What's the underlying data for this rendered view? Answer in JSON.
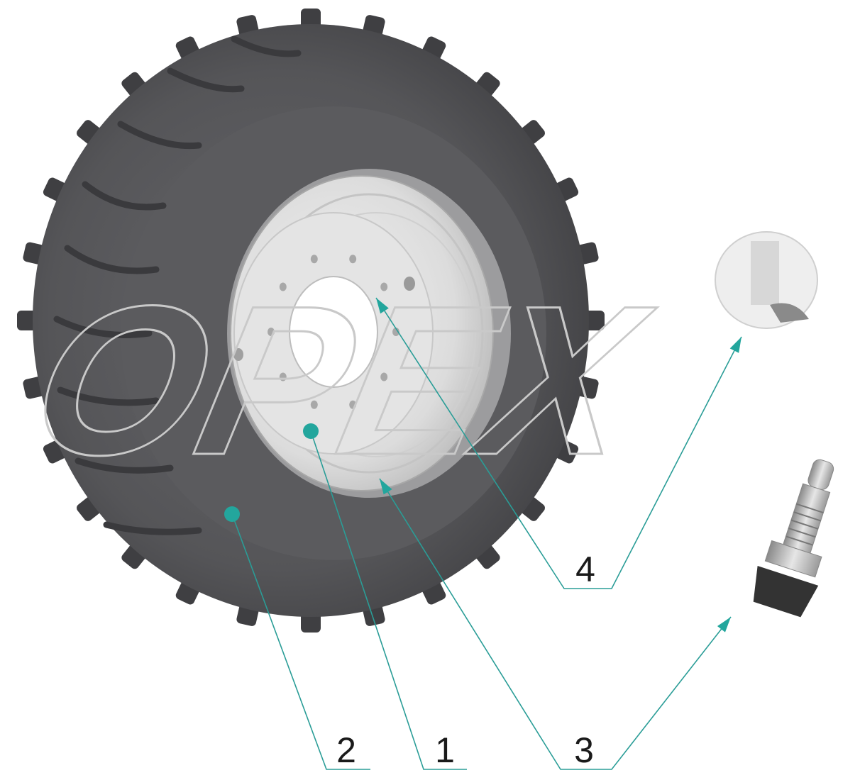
{
  "corner_mark": "",
  "watermark_text": "OPEX",
  "colors": {
    "tire": "#555558",
    "tire_dark": "#3f3f42",
    "tire_light": "#6c6c70",
    "rim": "#dcdcdc",
    "rim_shadow": "#bdbdbd",
    "leader": "#2a9d97",
    "dot": "#23a69d"
  },
  "parts": [
    {
      "id": "2",
      "label": "2",
      "name": "tire"
    },
    {
      "id": "1",
      "label": "1",
      "name": "wheel-disc"
    },
    {
      "id": "3",
      "label": "3",
      "name": "valve"
    },
    {
      "id": "4",
      "label": "4",
      "name": "valve-cap"
    }
  ]
}
